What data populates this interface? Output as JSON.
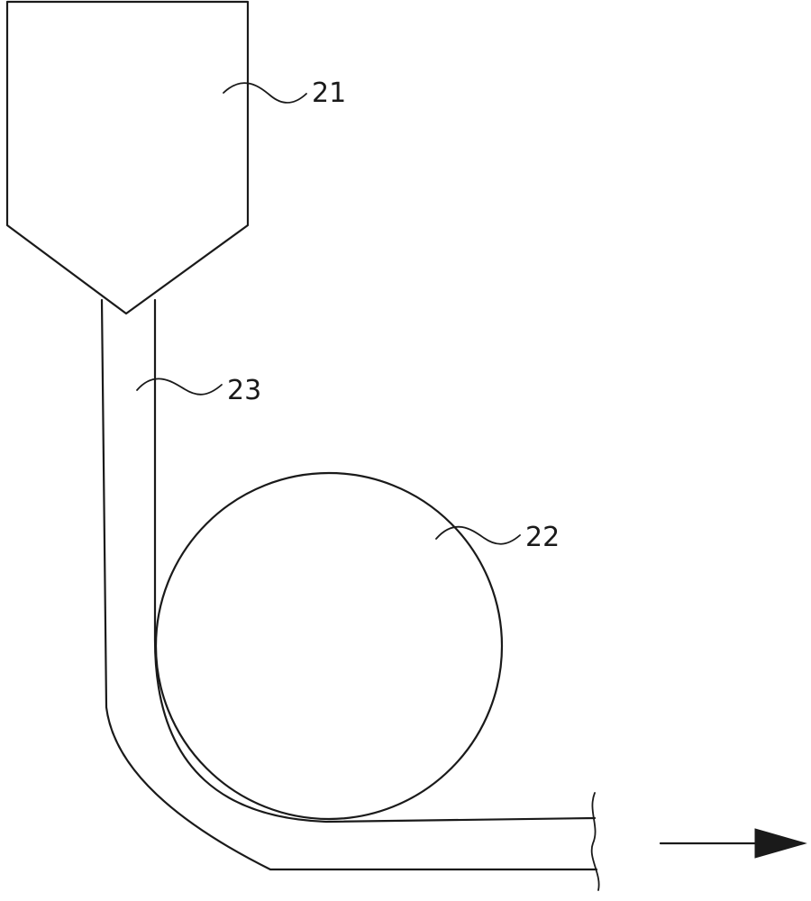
{
  "labels": {
    "hopper": "21",
    "roller": "22",
    "strip": "23"
  },
  "colors": {
    "stroke": "#1a1a1a",
    "background": "#ffffff"
  }
}
